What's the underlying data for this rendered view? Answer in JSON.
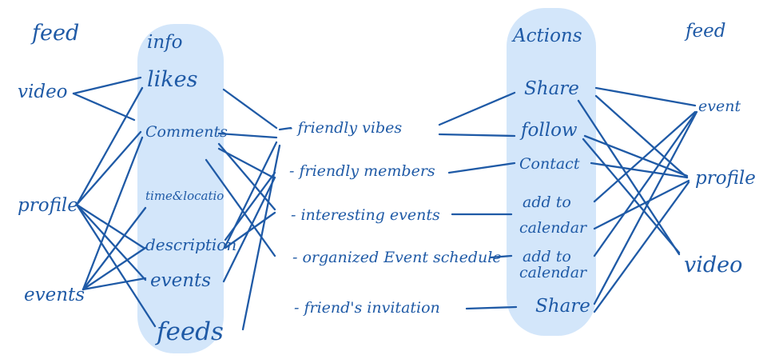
{
  "colors": {
    "ink": "#1f5aa6",
    "highlight": "#d3e6fa"
  },
  "left_feed": {
    "title": "feed",
    "items": [
      "video",
      "profile",
      "events"
    ]
  },
  "info": {
    "title": "info",
    "items": [
      "likes",
      "Comments",
      "time&locatio",
      "description",
      "events",
      "feeds"
    ]
  },
  "reasons": {
    "items": [
      "- friendly vibes",
      "- friendly members",
      "- interesting events",
      "- organized Event schedule",
      "- friend's invitation"
    ]
  },
  "actions": {
    "title": "Actions",
    "items": [
      "Share",
      "follow",
      "Contact",
      "add to",
      "calendar",
      "add to",
      "calendar",
      "Share"
    ]
  },
  "right_feed": {
    "title": "feed",
    "items": [
      "event",
      "profile",
      "video"
    ]
  }
}
